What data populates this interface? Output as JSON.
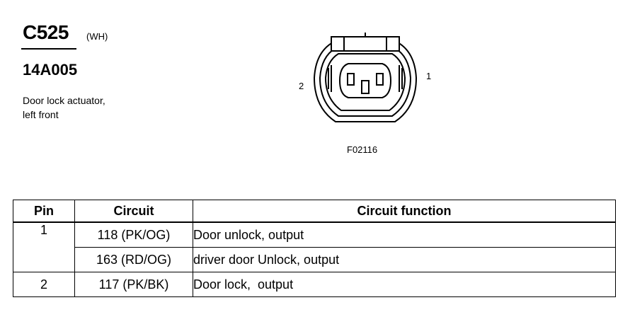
{
  "header": {
    "connector_id": "C525",
    "color_code": "(WH)",
    "part_number": "14A005",
    "description_lines": [
      "Door lock actuator,",
      "left front"
    ]
  },
  "diagram": {
    "pin_left": "2",
    "pin_right": "1",
    "figure_code": "F02116"
  },
  "table": {
    "headers": [
      "Pin",
      "Circuit",
      "Circuit function"
    ],
    "rows": [
      {
        "pin": "1",
        "circuit": "118 (PK/OG)",
        "function": "Door unlock, output"
      },
      {
        "pin": "",
        "circuit": "163 (RD/OG)",
        "function": "driver door Unlock, output"
      },
      {
        "pin": "2",
        "circuit": "117 (PK/BK)",
        "function": "Door lock,  output"
      }
    ]
  }
}
